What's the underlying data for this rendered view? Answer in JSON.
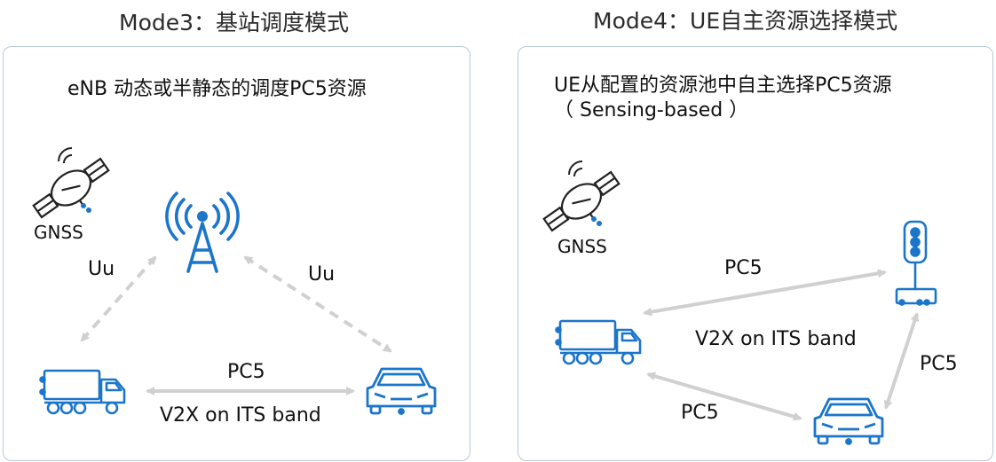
{
  "mode3": {
    "title": "Mode3：基站调度模式",
    "subtitle": "eNB 动态或半静态的调度PC5资源",
    "gnss": "GNSS",
    "uu_left": "Uu",
    "uu_right": "Uu",
    "pc5": "PC5",
    "v2x": "V2X on ITS band"
  },
  "mode4": {
    "title": "Mode4：UE自主资源选择模式",
    "subtitle_line1": "UE从配置的资源池中自主选择PC5资源",
    "subtitle_line2": "（ Sensing-based ）",
    "gnss": "GNSS",
    "pc5_top": "PC5",
    "v2x": "V2X on ITS band",
    "pc5_right": "PC5",
    "pc5_bottom": "PC5"
  },
  "colors": {
    "icon_blue": "#1b75c9",
    "arrow_gray": "#d0d0d0",
    "panel_border": "#b9c9dc"
  }
}
